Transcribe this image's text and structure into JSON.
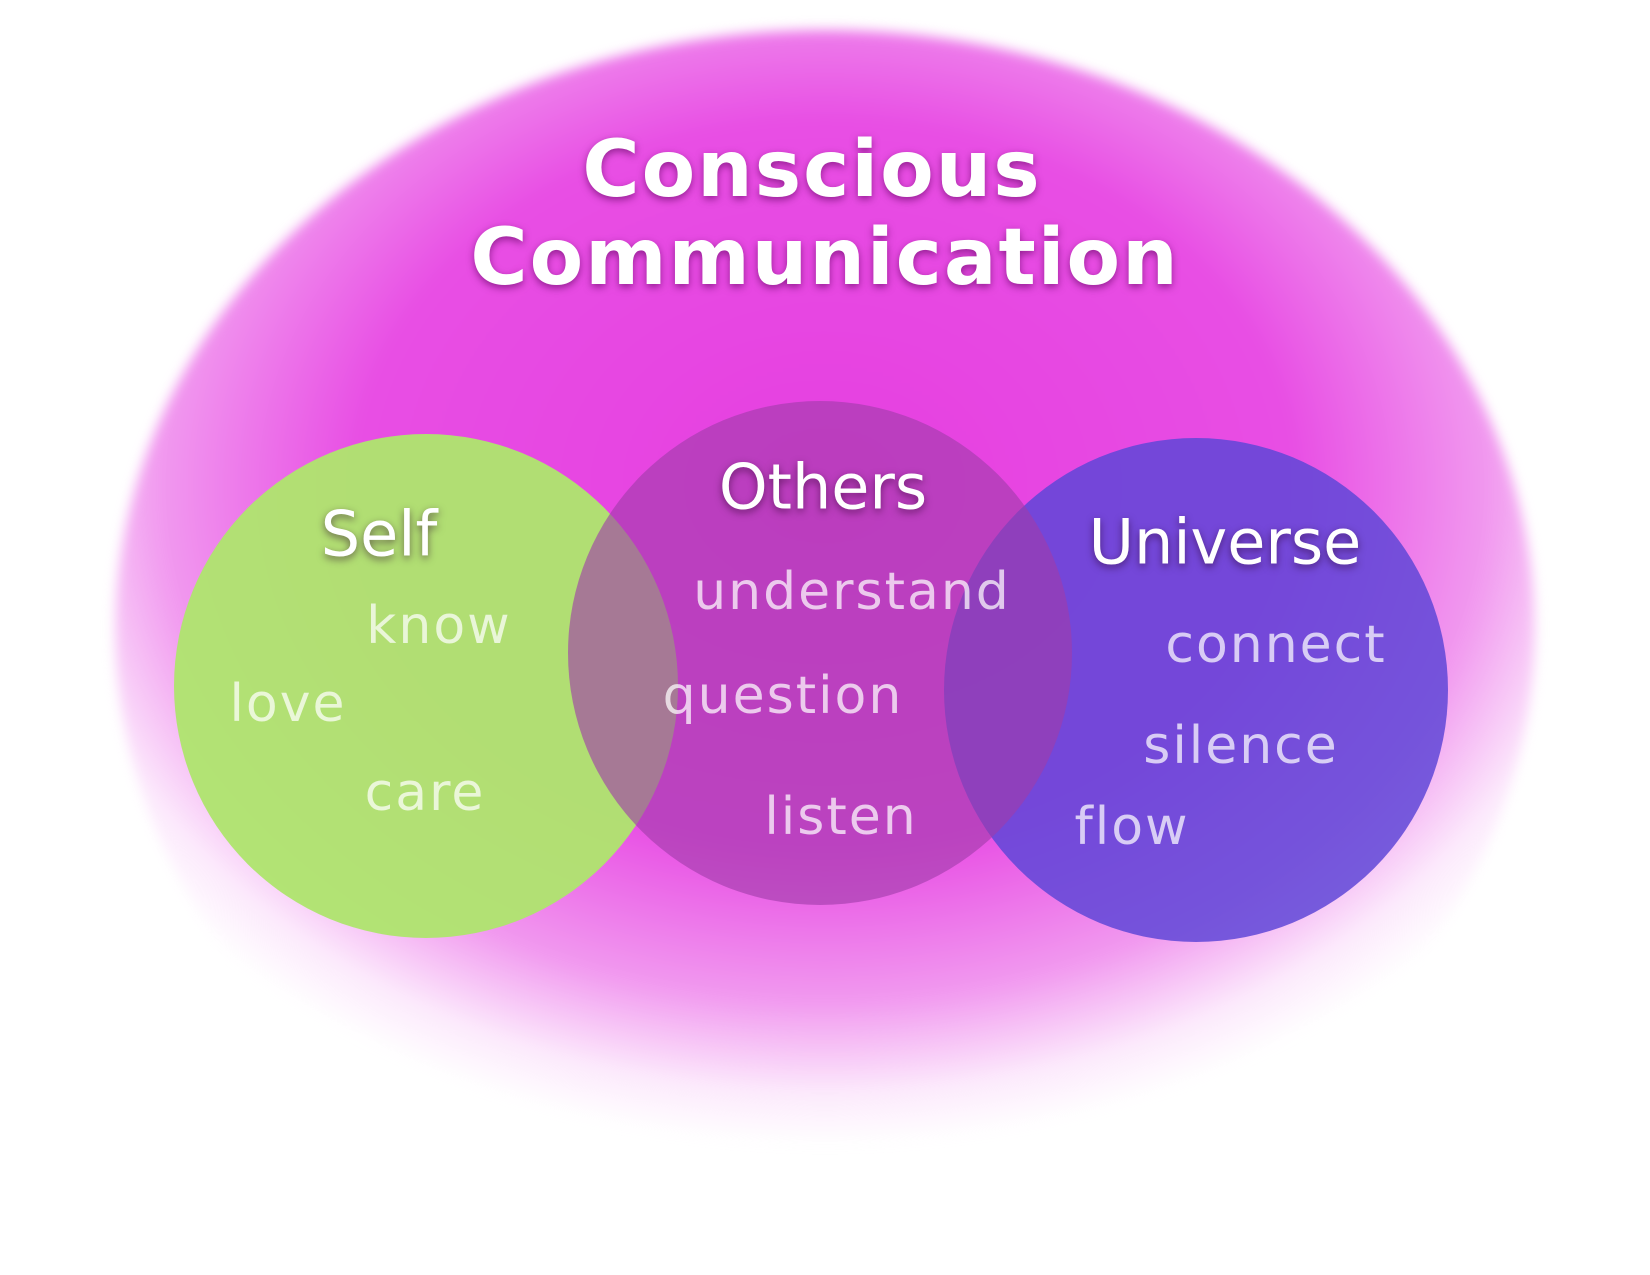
{
  "title": {
    "line1": "Conscious",
    "line2": "Communication"
  },
  "circles": {
    "self": {
      "label": "Self",
      "words": [
        "know",
        "love",
        "care"
      ],
      "color": "#b3e46e"
    },
    "others": {
      "label": "Others",
      "words": [
        "understand",
        "question",
        "listen"
      ],
      "color": "#a03caa"
    },
    "universe": {
      "label": "Universe",
      "words": [
        "connect",
        "silence",
        "flow"
      ],
      "color": "#5f46d7"
    }
  },
  "background_color": "#e63fe0"
}
